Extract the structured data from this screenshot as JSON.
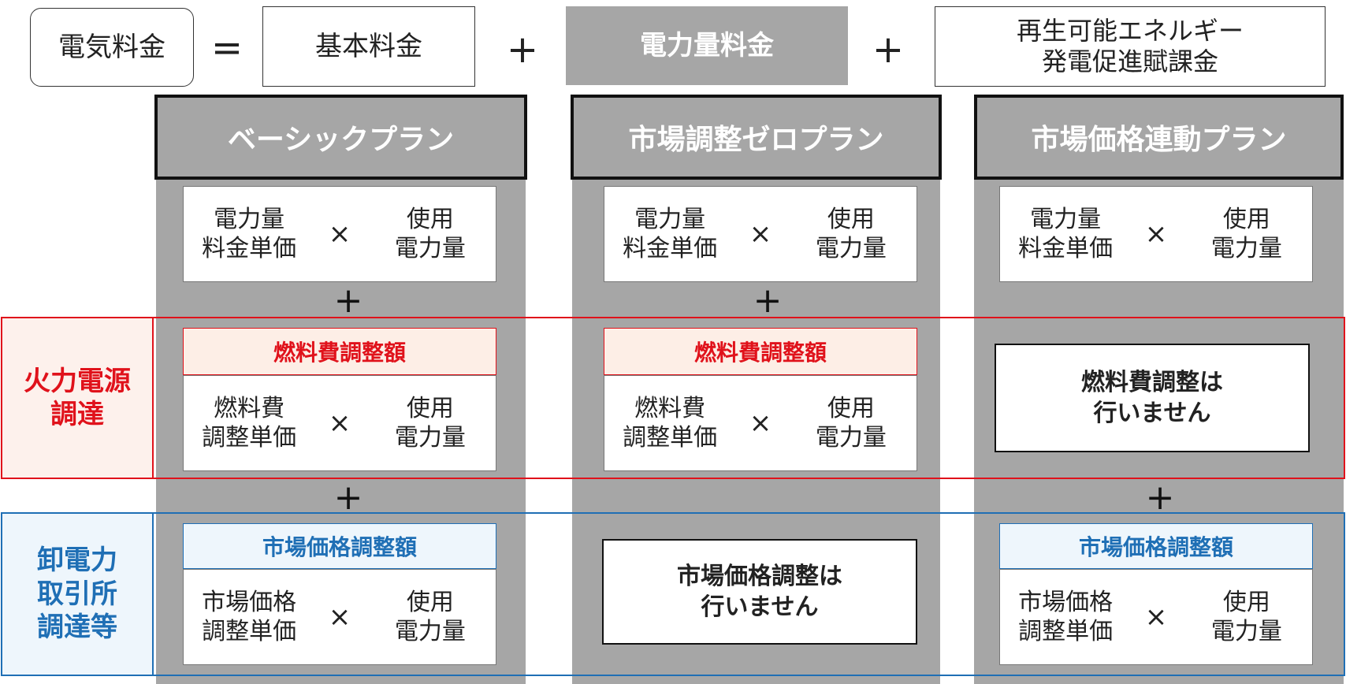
{
  "formula": {
    "electricity_fee": "電気料金",
    "equals": "=",
    "basic_fee": "基本料金",
    "plus": "+",
    "energy_fee": "電力量料金",
    "renewable_levy": "再生可能エネルギー\n発電促進賦課金"
  },
  "plans": [
    {
      "name": "ベーシックプラン",
      "energy_unit_price": "電力量\n料金単価",
      "times": "×",
      "usage": "使用\n電力量",
      "fuel_adjust_title": "燃料費調整額",
      "fuel_unit_price": "燃料費\n調整単価",
      "market_adjust_title": "市場価格調整額",
      "market_unit_price": "市場価格\n調整単価"
    },
    {
      "name": "市場調整ゼロプラン",
      "energy_unit_price": "電力量\n料金単価",
      "times": "×",
      "usage": "使用\n電力量",
      "fuel_adjust_title": "燃料費調整額",
      "fuel_unit_price": "燃料費\n調整単価",
      "market_no_adjust": "市場価格調整は\n行いません"
    },
    {
      "name": "市場価格連動プラン",
      "energy_unit_price": "電力量\n料金単価",
      "times": "×",
      "usage": "使用\n電力量",
      "fuel_no_adjust": "燃料費調整は\n行いません",
      "market_adjust_title": "市場価格調整額",
      "market_unit_price": "市場価格\n調整単価"
    }
  ],
  "plus_sign": "+",
  "side_labels": {
    "thermal": "火力電源\n調達",
    "wholesale": "卸電力\n取引所\n調達等"
  },
  "colors": {
    "red": "#e0121b",
    "blue": "#1f6fb5",
    "gray": "#a6a6a6"
  }
}
